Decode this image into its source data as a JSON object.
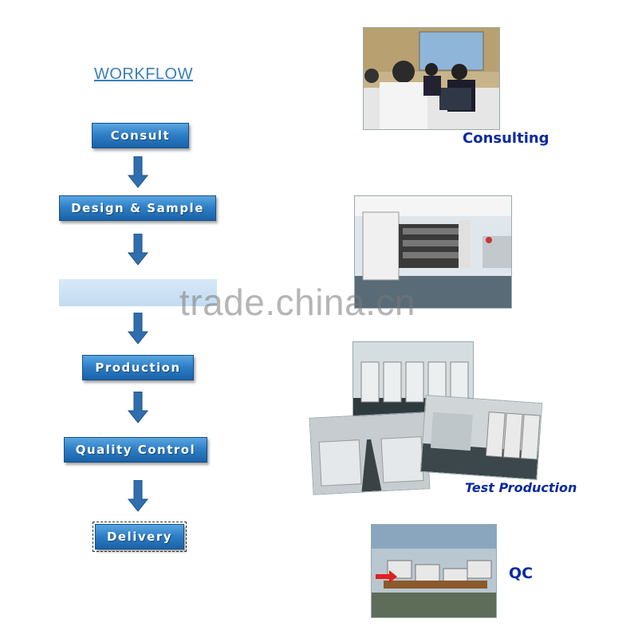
{
  "title": "WORKFLOW",
  "steps": {
    "consult": "Consult",
    "design": "Design & Sample",
    "production": "Production",
    "quality": "Quality Control",
    "delivery": "Delivery"
  },
  "captions": {
    "consulting": "Consulting",
    "test_production": "Test Production",
    "qc": "QC"
  },
  "watermark": "trade.china.cn",
  "colors": {
    "step_button": "#2f80c8",
    "arrow": "#2f6fb0",
    "caption": "#0a2aa0",
    "title": "#3a7fb8"
  }
}
